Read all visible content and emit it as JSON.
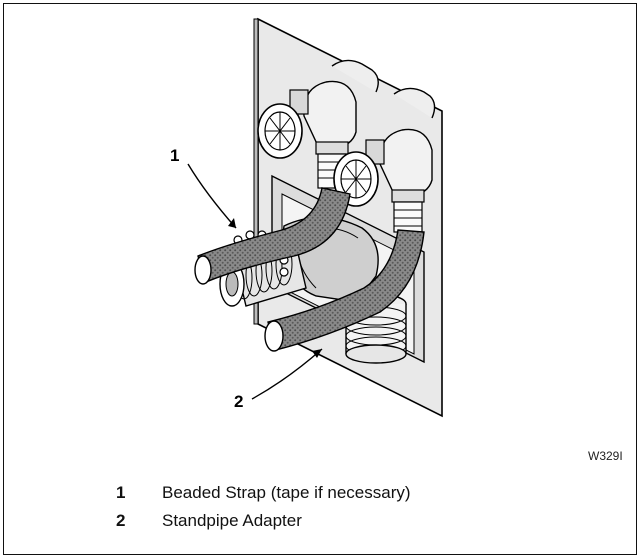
{
  "callouts": [
    {
      "number": "1"
    },
    {
      "number": "2"
    }
  ],
  "figure_code": "W329I",
  "legend": [
    {
      "number": "1",
      "text": "Beaded Strap (tape if necessary)"
    },
    {
      "number": "2",
      "text": "Standpipe Adapter"
    }
  ]
}
